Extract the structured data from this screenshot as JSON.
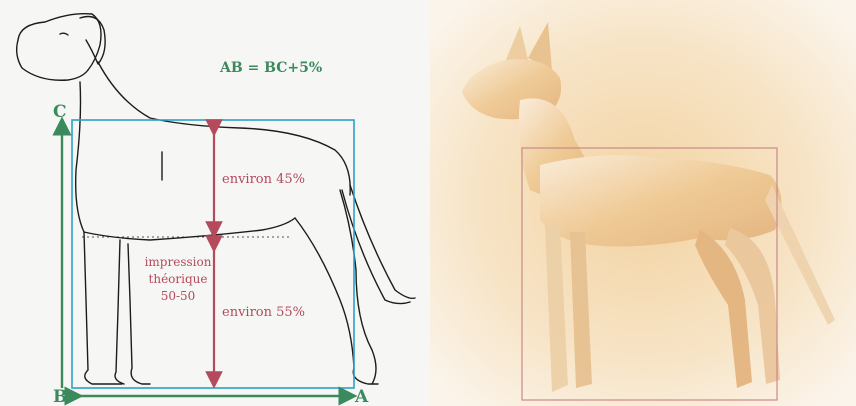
{
  "diagram": {
    "formula": "AB = BC+5%",
    "point_labels": {
      "a": "A",
      "b": "B",
      "c": "C"
    },
    "upper_share": "environ 45%",
    "lower_share": "environ 55%",
    "impression_lines": [
      "impression",
      "théorique",
      "50-50"
    ]
  },
  "colors": {
    "frame_blue": "#2ca2c8",
    "measure_green": "#3a8a5e",
    "measure_red": "#b44a5c",
    "photo_frame": "#c98a8a",
    "outline": "#1c1c1c",
    "photo_dog": "#f2d9b0",
    "photo_bg": "#fbf1e2"
  },
  "figures": [
    {
      "name": "dog-outline-drawing",
      "description_icon": "dog-silhouette-icon"
    },
    {
      "name": "dog-photograph",
      "description_icon": "dog-photo-icon"
    }
  ]
}
